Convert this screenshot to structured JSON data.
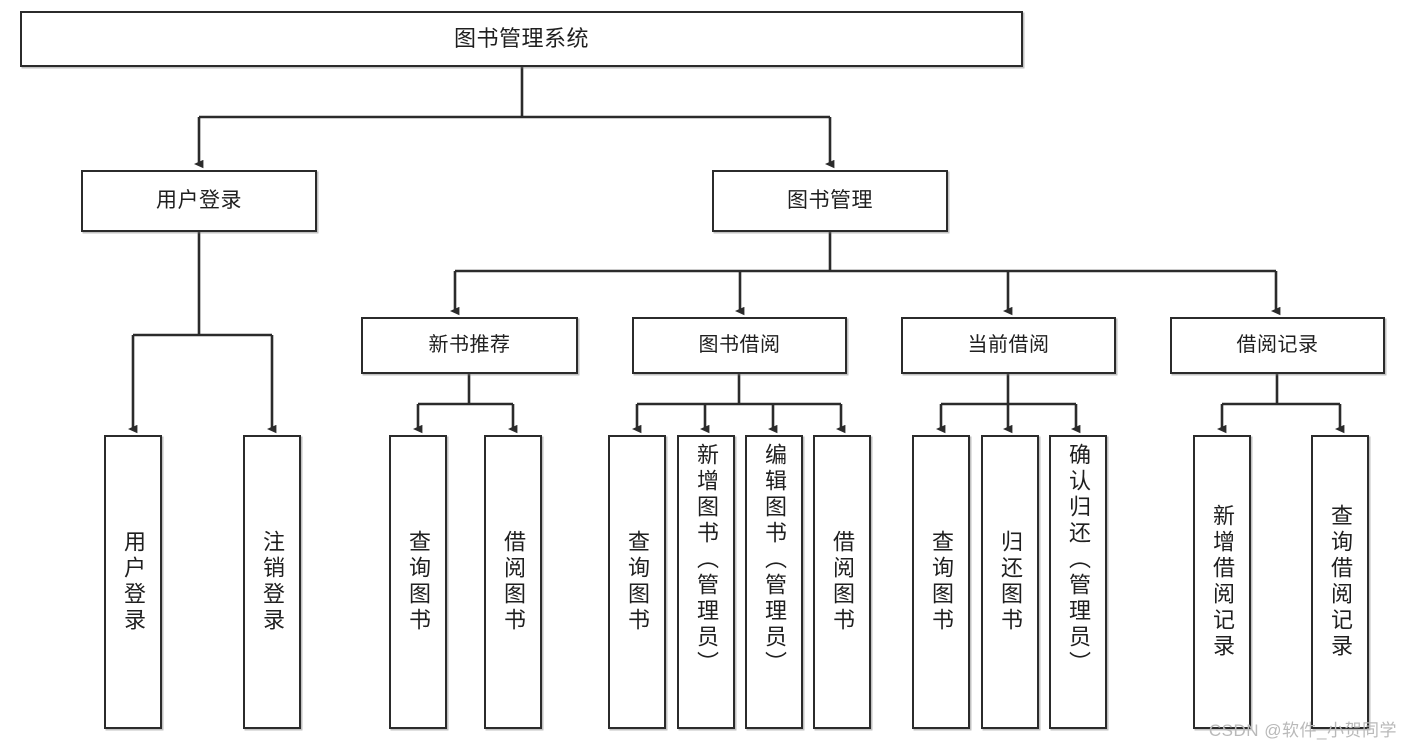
{
  "diagram": {
    "title": "图书管理系统",
    "type": "tree-hierarchy-diagram",
    "colors": {
      "box_border": "#2b2b2b",
      "box_fill": "#ffffff",
      "connector": "#2b2b2b",
      "watermark": "#b9b9b9"
    },
    "root": {
      "label": "图书管理系统"
    },
    "level2": [
      {
        "label": "用户登录"
      },
      {
        "label": "图书管理"
      }
    ],
    "level3": [
      {
        "label": "新书推荐"
      },
      {
        "label": "图书借阅"
      },
      {
        "label": "当前借阅"
      },
      {
        "label": "借阅记录"
      }
    ],
    "leaves": {
      "user_login": [
        {
          "label": "用户登录"
        },
        {
          "label": "注销登录"
        }
      ],
      "new_book": [
        {
          "label": "查询图书"
        },
        {
          "label": "借阅图书"
        }
      ],
      "borrow": [
        {
          "label": "查询图书"
        },
        {
          "label": "新增图书（管理员）"
        },
        {
          "label": "编辑图书（管理员）"
        },
        {
          "label": "借阅图书"
        }
      ],
      "current": [
        {
          "label": "查询图书"
        },
        {
          "label": "归还图书"
        },
        {
          "label": "确认归还（管理员）"
        }
      ],
      "records": [
        {
          "label": "新增借阅记录"
        },
        {
          "label": "查询借阅记录"
        }
      ]
    }
  },
  "watermark": {
    "text": "CSDN @软件_小贺同学"
  }
}
